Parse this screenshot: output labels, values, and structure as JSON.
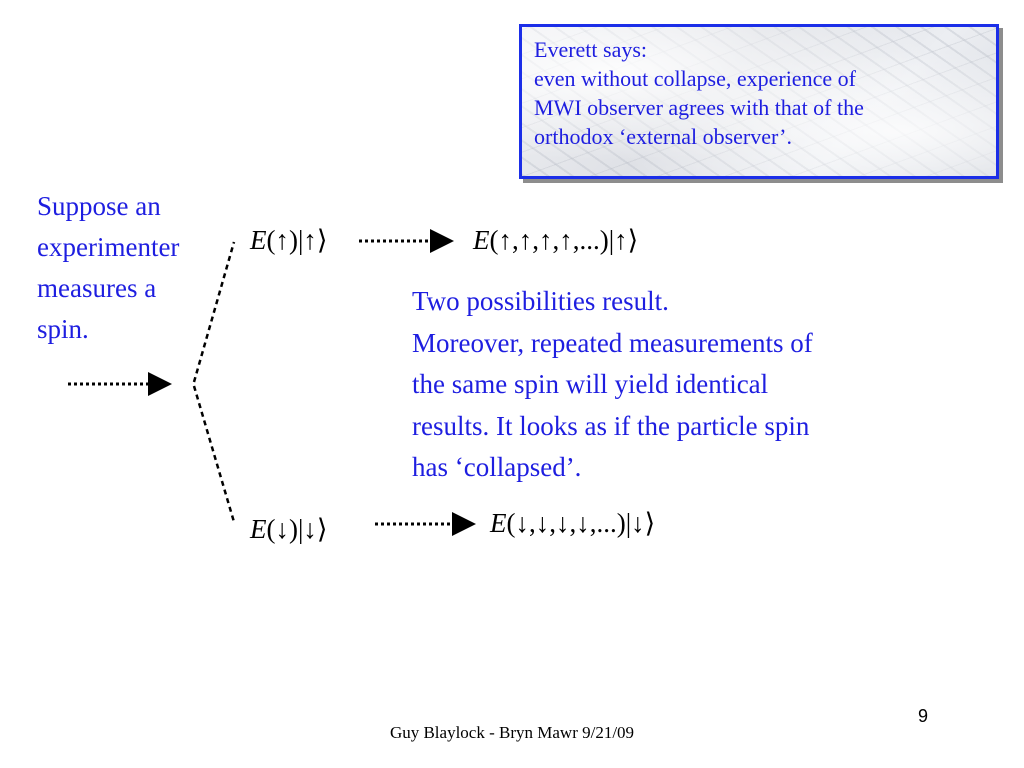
{
  "callout": {
    "lines": [
      "Everett says:",
      "even without collapse, experience of",
      "MWI observer agrees with that of the",
      "orthodox ‘external observer’."
    ]
  },
  "intro": {
    "lines": [
      "Suppose an",
      "experimenter",
      "measures a",
      "spin."
    ]
  },
  "result": {
    "lines": [
      "Two possibilities result.",
      "Moreover, repeated measurements of",
      "the same spin will yield identical",
      "results. It looks as if the particle spin",
      "has ‘collapsed’."
    ]
  },
  "equations": {
    "up_single": {
      "E": "E",
      "body": "(↑)|↑⟩"
    },
    "up_repeat": {
      "E": "E",
      "body": "(↑,↑,↑,↑,...)|↑⟩"
    },
    "down_single": {
      "E": "E",
      "body": "(↓)|↓⟩"
    },
    "down_repeat": {
      "E": "E",
      "body": "(↓,↓,↓,↓,...)|↓⟩"
    }
  },
  "footer": {
    "text": "Guy Blaylock - Bryn Mawr 9/21/09"
  },
  "page_number": "9",
  "colors": {
    "accent_text": "#1e1ee0",
    "callout_border": "#1b2ee8"
  }
}
